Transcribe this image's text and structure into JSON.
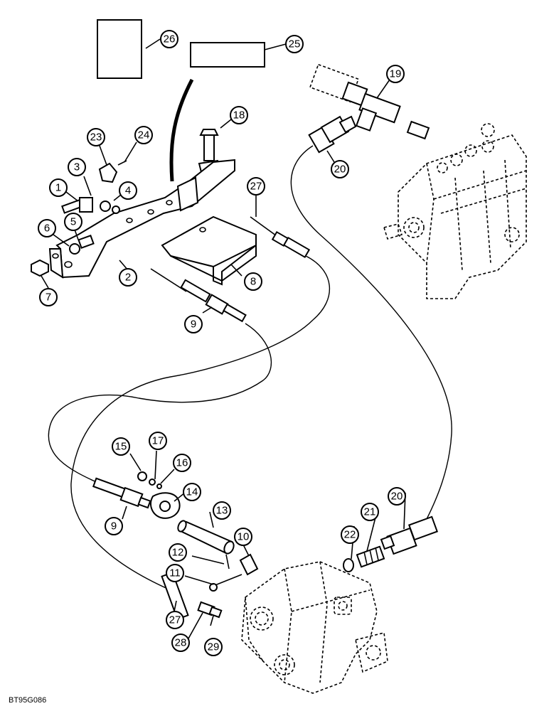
{
  "figure": {
    "code": "BT95G086",
    "callouts": [
      "1",
      "2",
      "3",
      "4",
      "5",
      "6",
      "7",
      "8",
      "9",
      "10",
      "11",
      "12",
      "13",
      "14",
      "15",
      "16",
      "17",
      "18",
      "19",
      "20",
      "21",
      "22",
      "23",
      "24",
      "25",
      "26",
      "27",
      "28",
      "29"
    ]
  }
}
